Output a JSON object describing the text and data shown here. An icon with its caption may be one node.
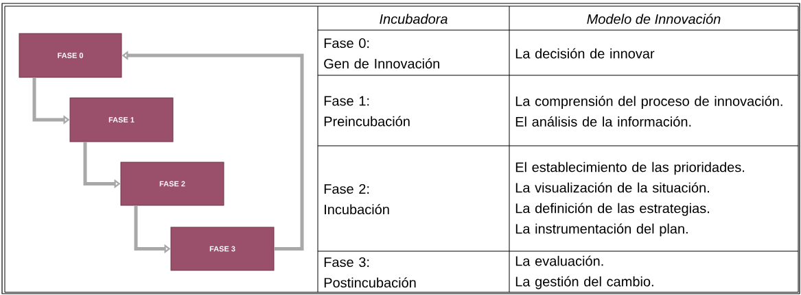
{
  "diagram": {
    "nodes": [
      {
        "text": [
          "FASE 0"
        ]
      },
      {
        "text": [
          "FASE 1"
        ]
      },
      {
        "text": [
          "FASE 2"
        ]
      },
      {
        "text": [
          "FASE 3"
        ]
      }
    ],
    "edges": [
      {
        "from": 0,
        "to": 1,
        "arrow": "to"
      },
      {
        "from": 1,
        "to": 2,
        "arrow": "to"
      },
      {
        "from": 2,
        "to": 3,
        "arrow": "to"
      },
      {
        "from": 3,
        "to": 0,
        "arrow": "to"
      }
    ],
    "labels": [
      "Incubadora",
      "Modelo de Innovación",
      "Fase 0:",
      "Gen de Innovación",
      "La decisión de innovar",
      "Fase 1:",
      "Preincubación",
      "La comprensión del proceso de innovación.",
      "El análisis de la información.",
      "Fase 2:",
      "Incubación",
      "El establecimiento de las prioridades.",
      "La visualización de la situación.",
      "La definición de las estrategias.",
      "La instrumentación del plan.",
      "Fase 3:",
      "Postincubación",
      "La evaluación.",
      "La gestión del cambio."
    ]
  }
}
